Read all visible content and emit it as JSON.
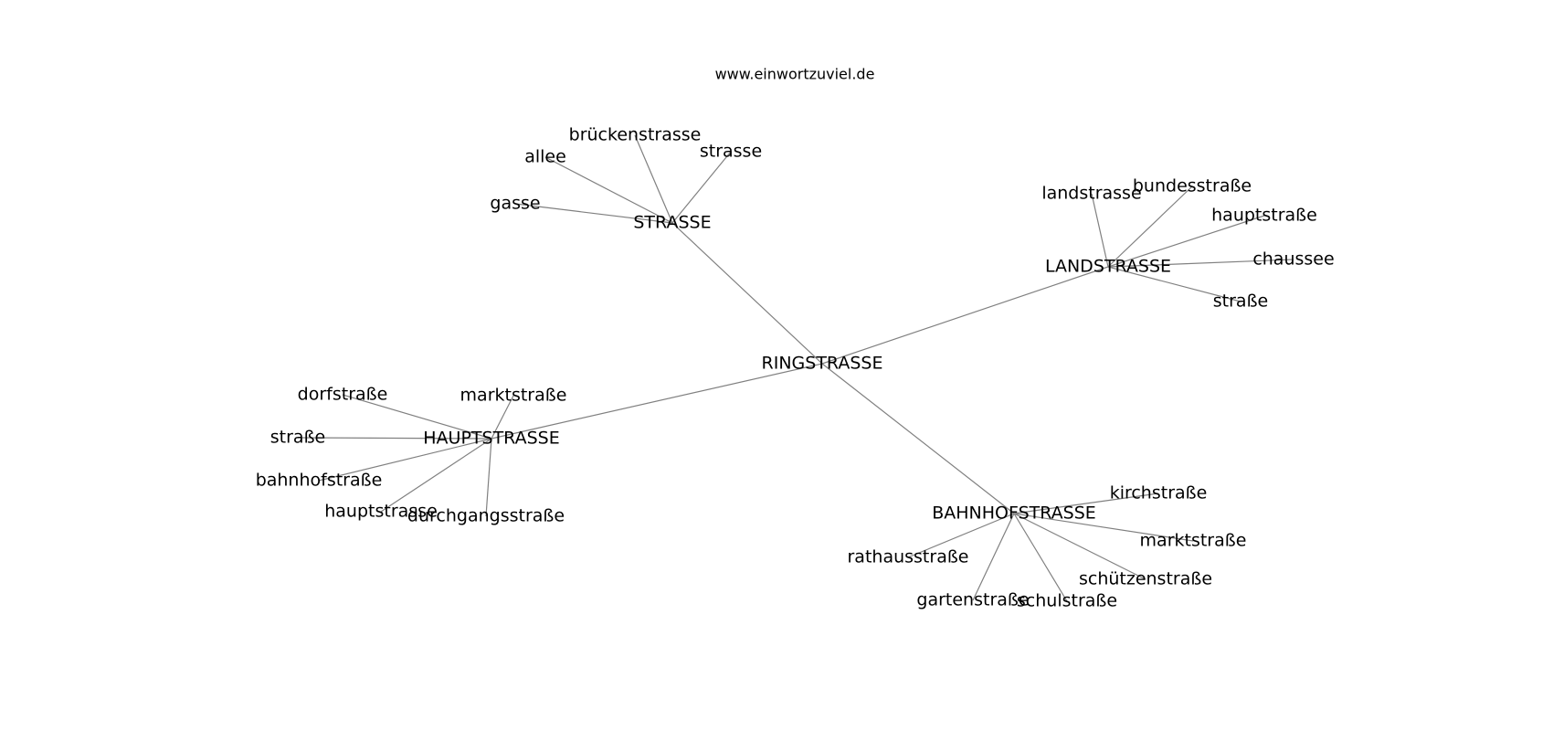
{
  "site": "www.einwortzuviel.de",
  "root": "RINGSTRASSE",
  "hubs": [
    {
      "label": "STRASSE",
      "leaves": [
        "allee",
        "brückenstrasse",
        "strasse",
        "gasse"
      ]
    },
    {
      "label": "LANDSTRASSE",
      "leaves": [
        "landstrasse",
        "bundesstraße",
        "hauptstraße",
        "chaussee",
        "straße"
      ]
    },
    {
      "label": "HAUPTSTRASSE",
      "leaves": [
        "dorfstraße",
        "marktstraße",
        "straße",
        "bahnhofstraße",
        "hauptstrasse",
        "durchgangsstraße"
      ]
    },
    {
      "label": "BAHNHOFSTRASSE",
      "leaves": [
        "kirchstraße",
        "marktstraße",
        "rathausstraße",
        "schützenstraße",
        "gartenstraße",
        "schulstraße"
      ]
    }
  ]
}
